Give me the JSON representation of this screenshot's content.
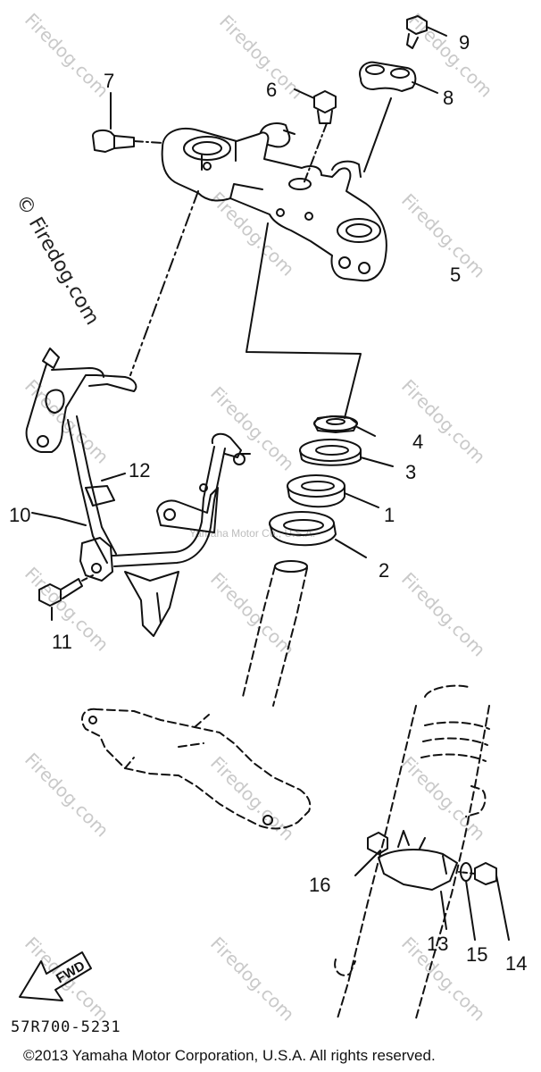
{
  "diagram": {
    "callouts": [
      "9",
      "8",
      "7",
      "6",
      "5",
      "4",
      "3",
      "1",
      "2",
      "12",
      "10",
      "11",
      "16",
      "13",
      "15",
      "14"
    ],
    "watermark": "Firedog.com",
    "watermark_left": "© Firedog.com",
    "inner_watermark": "Yamaha Motor Co., U.S.A.",
    "fwd_label": "FWD",
    "part_code": "57R700-5231",
    "copyright": "©2013 Yamaha Motor Corporation, U.S.A. All rights reserved."
  }
}
